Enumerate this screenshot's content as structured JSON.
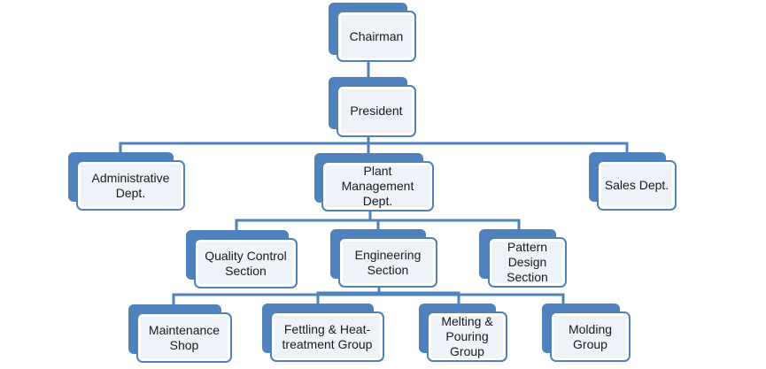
{
  "diagram": {
    "type": "org-chart",
    "colors": {
      "accent": "#4f81bd",
      "card_fill": "#eef2f9",
      "text": "#1a1a1a"
    },
    "nodes": {
      "chairman": {
        "label": "Chairman"
      },
      "president": {
        "label": "President"
      },
      "administrative": {
        "label": "Administrative\nDept."
      },
      "plant_management": {
        "label": "Plant\nManagement\nDept."
      },
      "sales": {
        "label": "Sales Dept."
      },
      "quality_control": {
        "label": "Quality Control\nSection"
      },
      "engineering": {
        "label": "Engineering\nSection"
      },
      "pattern_design": {
        "label": "Pattern\nDesign\nSection"
      },
      "maintenance": {
        "label": "Maintenance\nShop"
      },
      "fettling": {
        "label": "Fettling & Heat-\ntreatment Group"
      },
      "melting": {
        "label": "Melting &\nPouring\nGroup"
      },
      "molding": {
        "label": "Molding\nGroup"
      }
    },
    "edges": [
      [
        "chairman",
        "president"
      ],
      [
        "president",
        "administrative"
      ],
      [
        "president",
        "plant_management"
      ],
      [
        "president",
        "sales"
      ],
      [
        "plant_management",
        "quality_control"
      ],
      [
        "plant_management",
        "engineering"
      ],
      [
        "plant_management",
        "pattern_design"
      ],
      [
        "engineering",
        "maintenance"
      ],
      [
        "engineering",
        "fettling"
      ],
      [
        "engineering",
        "melting"
      ],
      [
        "engineering",
        "molding"
      ]
    ]
  }
}
